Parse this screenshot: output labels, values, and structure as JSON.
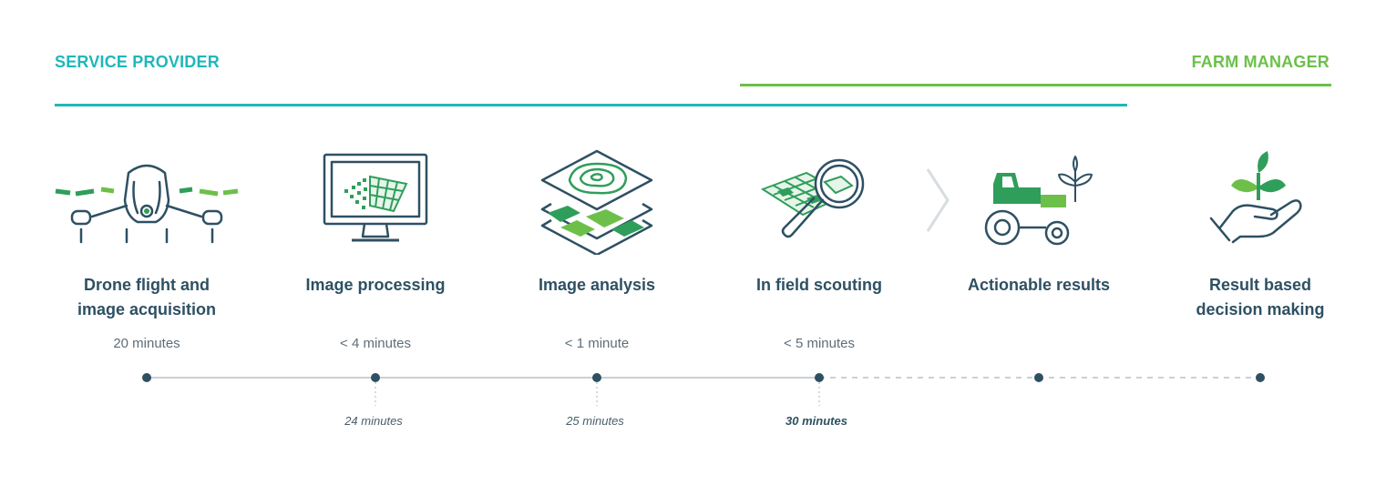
{
  "roles": {
    "service_provider": "SERVICE PROVIDER",
    "farm_manager": "FARM MANAGER"
  },
  "colors": {
    "teal": "#1fb7bb",
    "green": "#6cc04a",
    "dark_green": "#2f9e5a",
    "navy": "#2e5063",
    "line_gray": "#b9c2c7"
  },
  "steps": [
    {
      "label_line1": "Drone flight and",
      "label_line2": "image acquisition",
      "duration": "20 minutes",
      "icon": "drone-icon"
    },
    {
      "label_line1": "Image processing",
      "label_line2": "",
      "duration": "< 4 minutes",
      "icon": "monitor-icon"
    },
    {
      "label_line1": "Image analysis",
      "label_line2": "",
      "duration": "< 1 minute",
      "icon": "layers-icon"
    },
    {
      "label_line1": "In field scouting",
      "label_line2": "",
      "duration": "< 5 minutes",
      "icon": "magnifier-icon"
    },
    {
      "label_line1": "Actionable results",
      "label_line2": "",
      "duration": "",
      "icon": "tractor-icon"
    },
    {
      "label_line1": "Result based",
      "label_line2": "decision making",
      "duration": "",
      "icon": "plant-hand-icon"
    }
  ],
  "cumulative": [
    {
      "step": 1,
      "text": "24 minutes"
    },
    {
      "step": 2,
      "text": "25 minutes"
    },
    {
      "step": 3,
      "text": "30 minutes"
    }
  ]
}
